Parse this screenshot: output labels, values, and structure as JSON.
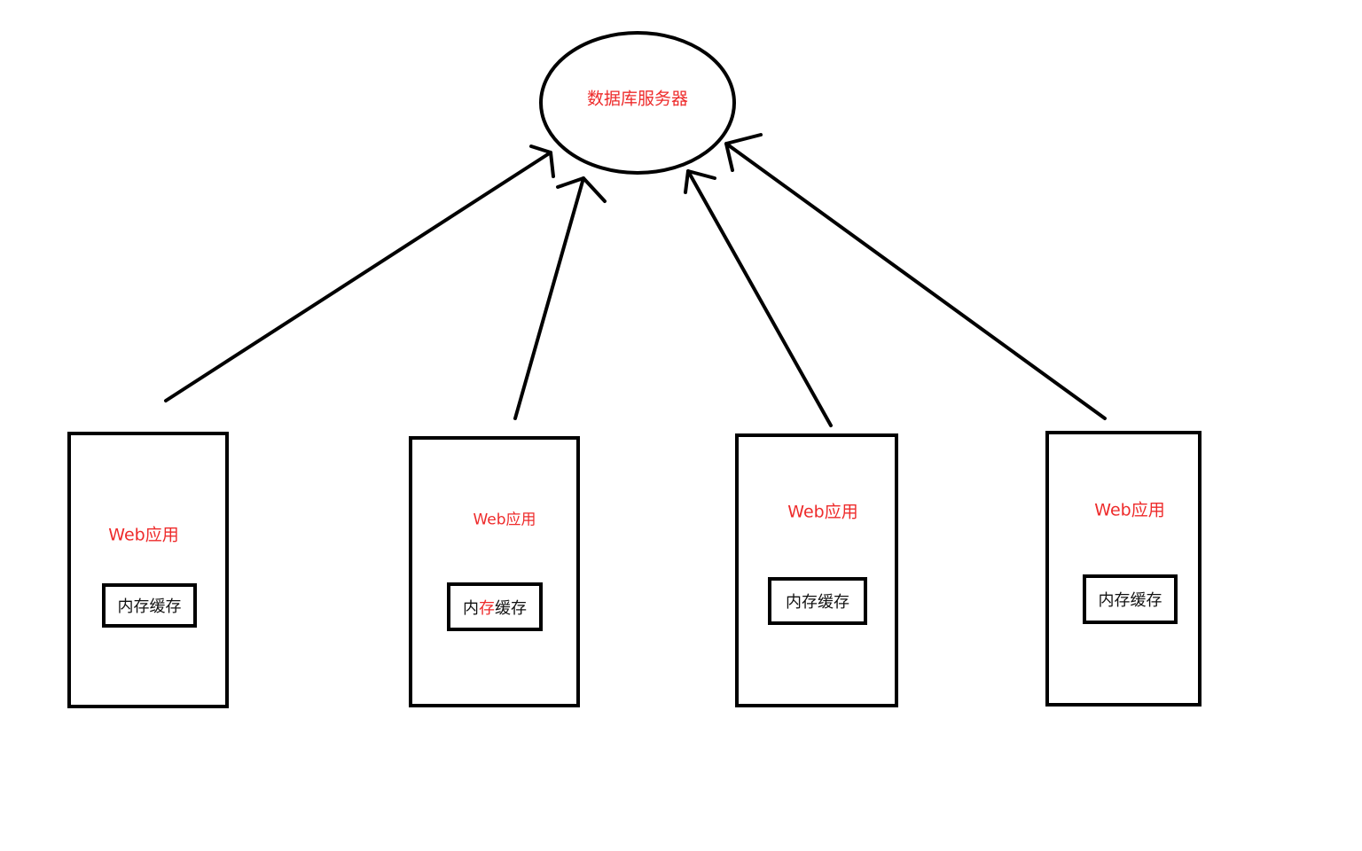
{
  "colors": {
    "label_red": "#ee2b2b",
    "stroke": "#000000",
    "background": "#ffffff"
  },
  "database": {
    "label": "数据库服务器"
  },
  "web_nodes": [
    {
      "label": "Web应用",
      "cache_label": "内存缓存"
    },
    {
      "label": "Web应用",
      "cache_label": "内存缓存",
      "cache_highlight_char": "存"
    },
    {
      "label": "Web应用",
      "cache_label": "内存缓存"
    },
    {
      "label": "Web应用",
      "cache_label": "内存缓存"
    }
  ]
}
